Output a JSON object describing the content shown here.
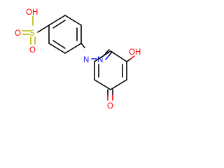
{
  "molecule": {
    "atom_labels": {
      "sulfonyl_oh": "OH",
      "sulfur": "S",
      "sulfonyl_o_top": "O",
      "sulfonyl_o_bottom": "O",
      "azo_n1": "N",
      "azo_n2": "N",
      "ring_oh": "OH",
      "ketone_o": "O"
    },
    "colors": {
      "oxygen": "#ff0000",
      "sulfur": "#b5b500",
      "nitrogen": "#1a1aff",
      "carbon_bond": "#000000"
    }
  }
}
